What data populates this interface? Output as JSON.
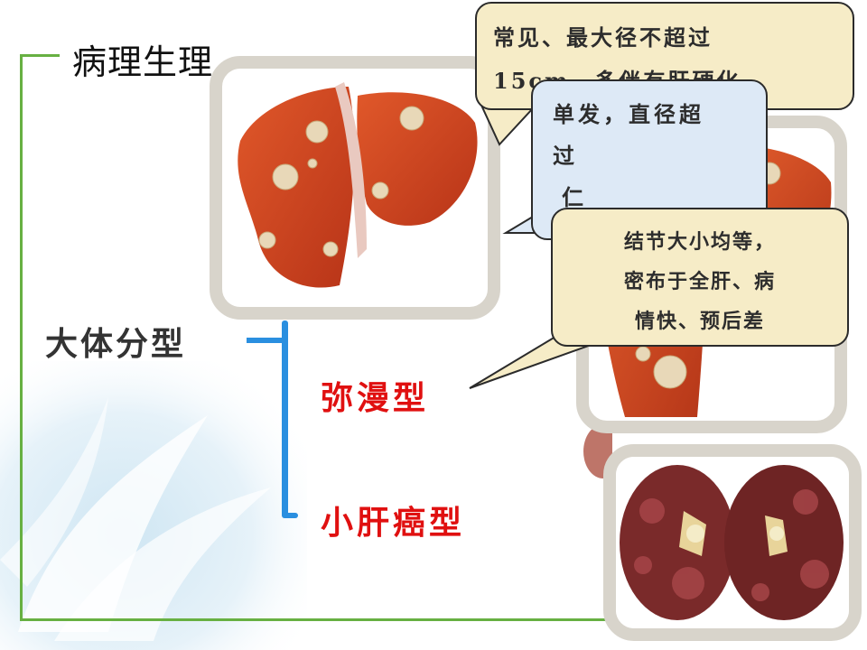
{
  "title": "病理生理",
  "main_label": "大体分型",
  "types": {
    "diffuse": "弥漫型",
    "small": "小肝癌型"
  },
  "callouts": {
    "massive": [
      "常见、最大径不超过",
      "15cm，多伴有肝硬化"
    ],
    "nodular": [
      "单发，直径超",
      "过",
      "仁"
    ],
    "diffuse": [
      "结节大小均等，",
      "密布于全肝、病",
      "情快、预后差"
    ]
  },
  "colors": {
    "frame_green": "#67b042",
    "bracket_blue": "#2a8fe0",
    "type_red": "#e01010",
    "callout_tan": "#f6ecc7",
    "callout_blue": "#dde9f6"
  }
}
